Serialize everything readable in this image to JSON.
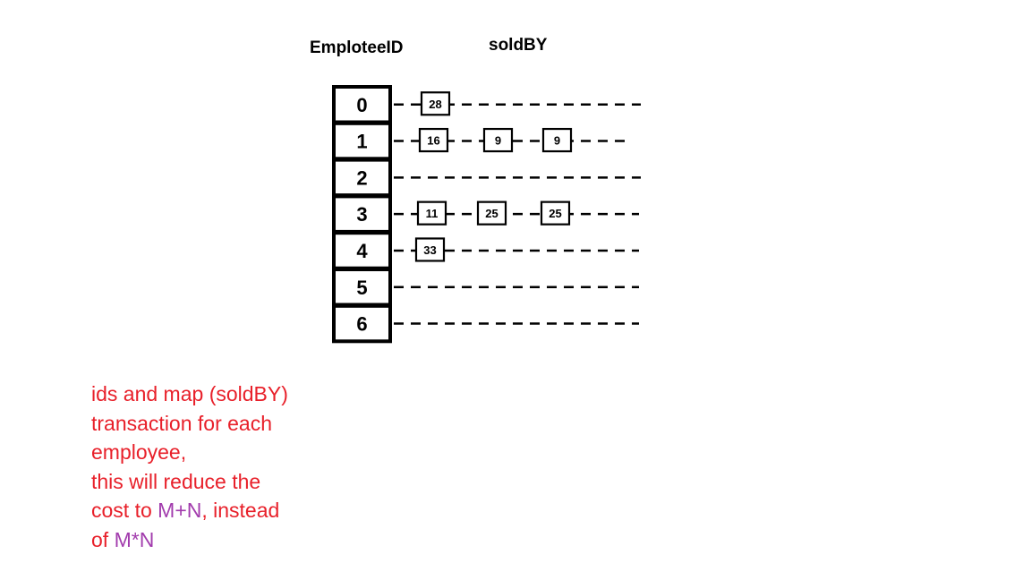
{
  "headers": {
    "index_label": "EmploteeID",
    "values_label": "soldBY"
  },
  "rows": [
    {
      "id": "0",
      "items": [
        "28"
      ]
    },
    {
      "id": "1",
      "items": [
        "16",
        "9",
        "9"
      ]
    },
    {
      "id": "2",
      "items": []
    },
    {
      "id": "3",
      "items": [
        "11",
        "25",
        "25"
      ]
    },
    {
      "id": "4",
      "items": [
        "33"
      ]
    },
    {
      "id": "5",
      "items": []
    },
    {
      "id": "6",
      "items": []
    }
  ],
  "note": {
    "line1": "ids and map (soldBY)",
    "line2": "transaction for each",
    "line3": "employee,",
    "line4": "this will reduce the",
    "line5_prefix": "cost to ",
    "line5_highlight": "M+N",
    "line5_suffix": ",  instead",
    "line6_prefix": "of ",
    "line6_highlight": "M*N"
  },
  "colors": {
    "note_text": "#e8202a",
    "highlight": "#a23cad",
    "stroke": "#000000"
  }
}
